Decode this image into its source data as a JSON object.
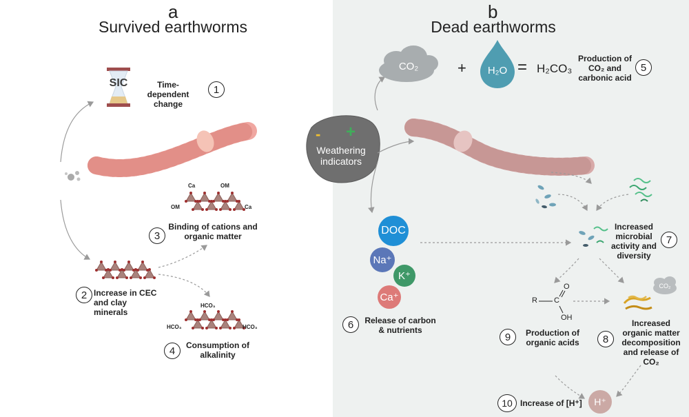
{
  "panel_a": {
    "letter": "a",
    "title": "Survived earthworms",
    "sic_label": "SIC",
    "step1": {
      "num": "1",
      "label": "Time-dependent change"
    },
    "step2": {
      "num": "2",
      "label": "Increase in CEC and clay minerals"
    },
    "step3": {
      "num": "3",
      "label": "Binding of cations and organic matter"
    },
    "step4": {
      "num": "4",
      "label": "Consumption of alkalinity"
    },
    "chem_ca1": "Ca",
    "chem_om1": "OM",
    "chem_om2": "OM",
    "chem_ca2": "Ca",
    "chem_hco3_top": "HCO₃",
    "chem_hco3_left": "HCO₃",
    "chem_hco3_right": "HCO₃"
  },
  "center": {
    "minus": "-",
    "plus": "+",
    "label": "Weathering indicators"
  },
  "panel_b": {
    "letter": "b",
    "title": "Dead earthworms",
    "co2": "CO₂",
    "plus": "+",
    "h2o": "H₂O",
    "equals": "=",
    "h2co3": "H₂CO₃",
    "step5": {
      "num": "5",
      "label": "Production of CO₂ and carbonic acid"
    },
    "step6": {
      "num": "6",
      "label": "Release of carbon & nutrients"
    },
    "step7": {
      "num": "7",
      "label": "Increased microbial activity and diversity"
    },
    "step8": {
      "num": "8",
      "label": "Increased organic matter decomposition and release of CO₂"
    },
    "step9": {
      "num": "9",
      "label": "Production of organic acids"
    },
    "step10": {
      "num": "10",
      "label": "Increase of [H⁺]"
    },
    "doc": "DOC",
    "na": "Na⁺",
    "k": "K⁺",
    "ca": "Ca⁺",
    "acid_r": "R",
    "acid_c": "C",
    "acid_o": "O",
    "acid_oh": "OH",
    "co2_small": "CO₂",
    "h_plus": "H⁺"
  },
  "colors": {
    "worm_alive": "#f0a7a1",
    "worm_dead": "#d8aaa9",
    "clay": "#9b7670",
    "doc": "#1f8fd6",
    "na": "#5b77b8",
    "k": "#3f9868",
    "ca": "#dd7a78",
    "drop": "#4f9db1"
  }
}
